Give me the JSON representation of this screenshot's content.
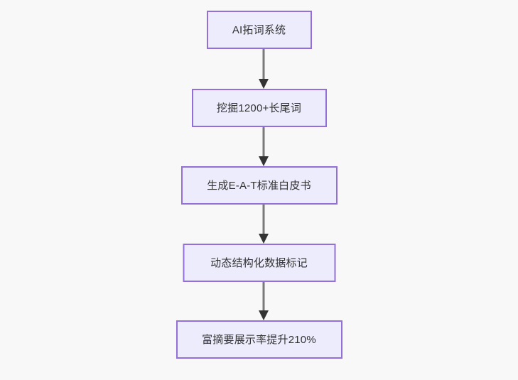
{
  "diagram": {
    "type": "flowchart",
    "orientation": "top-to-bottom",
    "background_color": "#f8f8f8",
    "node_fill_color": "#ececfd",
    "node_border_color": "#9370d8",
    "node_text_color": "#333333",
    "edge_color": "#7a7a7a",
    "arrowhead_color": "#333333",
    "nodes": [
      {
        "id": "n1",
        "label": "AI拓词系统"
      },
      {
        "id": "n2",
        "label": "挖掘1200+长尾词"
      },
      {
        "id": "n3",
        "label": "生成E-A-T标准白皮书"
      },
      {
        "id": "n4",
        "label": "动态结构化数据标记"
      },
      {
        "id": "n5",
        "label": "富摘要展示率提升210%"
      }
    ],
    "edges": [
      {
        "from": "n1",
        "to": "n2",
        "label": ""
      },
      {
        "from": "n2",
        "to": "n3",
        "label": ""
      },
      {
        "from": "n3",
        "to": "n4",
        "label": ""
      },
      {
        "from": "n4",
        "to": "n5",
        "label": ""
      }
    ]
  }
}
